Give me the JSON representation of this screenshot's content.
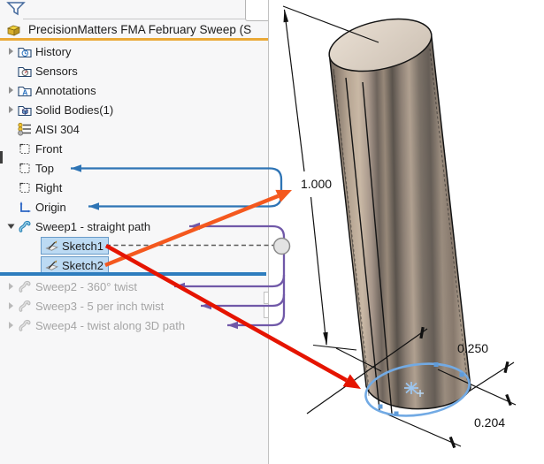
{
  "feature_tree": {
    "filter_icon": "filter-funnel-icon",
    "part_icon": "part-gold-icon",
    "part_name": "PrecisionMatters FMA February Sweep (S",
    "items": [
      {
        "label": "History",
        "icon": "history-folder-icon",
        "expandable": true
      },
      {
        "label": "Sensors",
        "icon": "sensors-folder-icon",
        "expandable": false
      },
      {
        "label": "Annotations",
        "icon": "annotations-folder-icon",
        "expandable": true
      },
      {
        "label": "Solid Bodies(1)",
        "icon": "solid-bodies-folder-icon",
        "expandable": true
      },
      {
        "label": "AISI 304",
        "icon": "material-icon",
        "expandable": false
      },
      {
        "label": "Front",
        "icon": "plane-icon",
        "expandable": false
      },
      {
        "label": "Top",
        "icon": "plane-icon",
        "expandable": false
      },
      {
        "label": "Right",
        "icon": "plane-icon",
        "expandable": false
      },
      {
        "label": "Origin",
        "icon": "origin-icon",
        "expandable": false
      },
      {
        "label": "Sweep1 - straight path",
        "icon": "sweep-icon",
        "expandable": true,
        "expanded": true
      },
      {
        "label": "Sketch1",
        "icon": "sketch-icon",
        "selected": true
      },
      {
        "label": "Sketch2",
        "icon": "sketch-icon",
        "selected": true
      },
      {
        "label": "Sweep2 - 360° twist",
        "icon": "sweep-icon",
        "expandable": true,
        "suppressed": true
      },
      {
        "label": "Sweep3 - 5 per inch twist",
        "icon": "sweep-icon",
        "expandable": true,
        "suppressed": true
      },
      {
        "label": "Sweep4 - twist along 3D path",
        "icon": "sweep-icon",
        "expandable": true,
        "suppressed": true
      }
    ],
    "rollback_bar": true
  },
  "viewport": {
    "model": "metallic cylinder, straight sweep result",
    "sketch_marker": "asterisk-point-icon",
    "dimensions": {
      "dim_height": "1.000",
      "dim_major": "0.250",
      "dim_minor": "0.204"
    }
  },
  "colors": {
    "selection_fill": "#bcdaf3",
    "selection_border": "#699bc9",
    "rollback_bar": "#2e7dbe",
    "part_underline": "#eaa937",
    "arrow_red": "#e51400",
    "arrow_orange": "#f4581e",
    "connector_blue": "#2e74b5",
    "connector_purple": "#7058a8",
    "sketch_blue": "#72aae4"
  }
}
